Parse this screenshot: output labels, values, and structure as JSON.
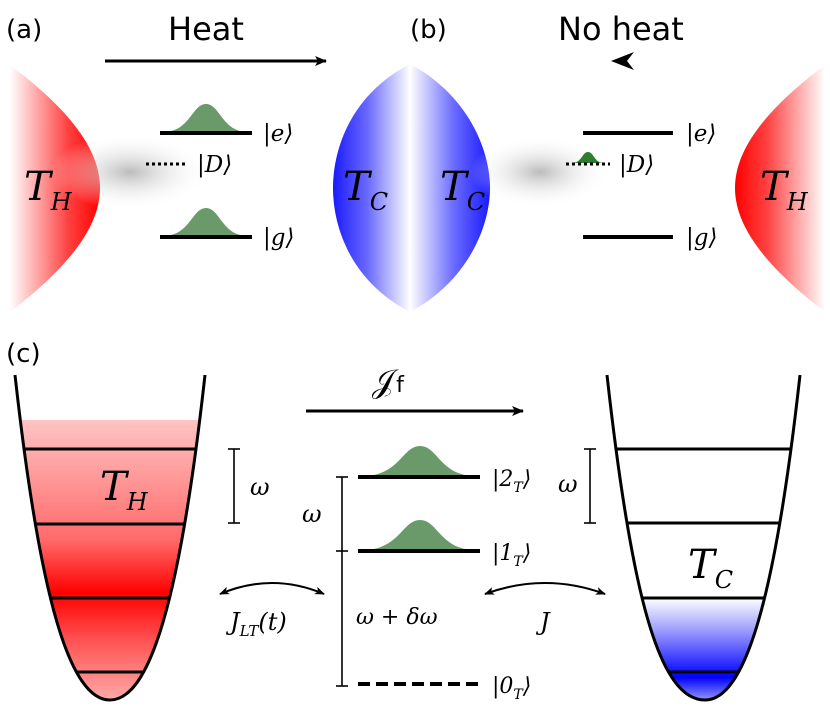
{
  "panels": {
    "a": {
      "label": "(a)",
      "arrow_label": "Heat",
      "hot_bath_symbol": "T",
      "hot_bath_sub": "H",
      "cold_bath_symbol": "T",
      "cold_bath_sub": "C",
      "state_e": "|e⟩",
      "state_d": "|D⟩",
      "state_g": "|g⟩"
    },
    "b": {
      "label": "(b)",
      "arrow_label": "No heat",
      "cold_bath_symbol": "T",
      "cold_bath_sub": "C",
      "hot_bath_symbol": "T",
      "hot_bath_sub": "H",
      "state_e": "|e⟩",
      "state_d": "|D⟩",
      "state_g": "|g⟩"
    },
    "c": {
      "label": "(c)",
      "flux_symbol": "𝒥",
      "flux_sub": "f",
      "hot_symbol": "T",
      "hot_sub": "H",
      "cold_symbol": "T",
      "cold_sub": "C",
      "omega_left": "ω",
      "omega_mid": "ω",
      "omega_right": "ω",
      "omega_shift": "ω + δω",
      "coupling_left_main": "J",
      "coupling_left_sub": "LT",
      "coupling_left_arg": "(t)",
      "coupling_right": "J",
      "level_2": "|2",
      "level_1": "|1",
      "level_0": "|0",
      "level_sub": "T",
      "ket_close": "⟩"
    }
  },
  "colors": {
    "hot": "#ff0000",
    "cold": "#0000ff",
    "population": "#6a9a6a",
    "population_dark": "#2e7d2e",
    "line": "#000000"
  }
}
